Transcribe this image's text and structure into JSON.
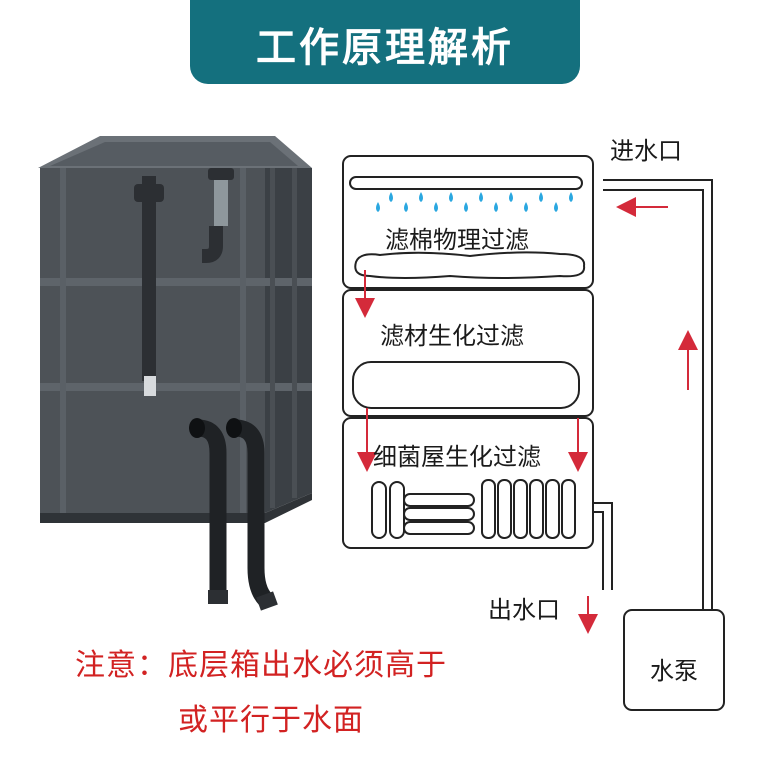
{
  "header": {
    "title": "工作原理解析"
  },
  "diagram": {
    "inlet_label": "进水口",
    "outlet_label": "出水口",
    "pump_label": "水泵",
    "layers": [
      {
        "label": "滤棉物理过滤"
      },
      {
        "label": "滤材生化过滤"
      },
      {
        "label": "细菌屋生化过滤"
      }
    ]
  },
  "note": {
    "line1": "注意：底层箱出水必须高于",
    "line2": "或平行于水面"
  },
  "colors": {
    "banner": "#14707e",
    "arrow": "#d42a3a",
    "note_text": "#d22222",
    "drops": "#2aa7e0",
    "box_gray": "#4d5257"
  },
  "icons": [
    "water-drop-icon",
    "flow-arrow-icon",
    "pipe-icon"
  ]
}
